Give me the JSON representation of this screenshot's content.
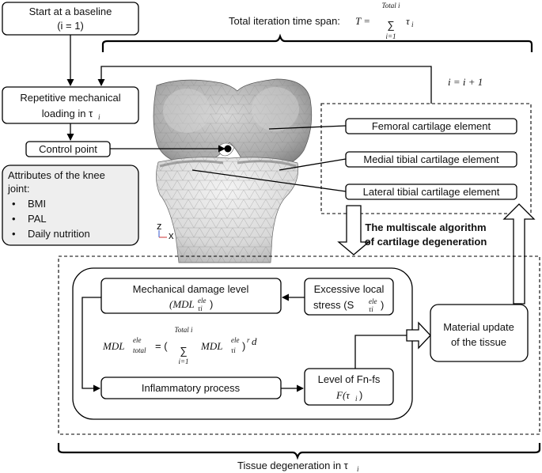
{
  "start": {
    "line1": "Start at a baseline",
    "line2": "(i = 1)"
  },
  "iteration_span": {
    "label": "Total iteration time span:",
    "formula_lhs": "T =",
    "sum_top": "Total i",
    "sum_bottom": "i=1",
    "term": "τ",
    "sub": "i"
  },
  "increment": "i = i + 1",
  "loading": {
    "line1": "Repetitive mechanical",
    "line2": "loading in τ",
    "sub": "i"
  },
  "control_point": "Control point",
  "attributes": {
    "title1": "Attributes of the knee",
    "title2": "joint:",
    "items": [
      "BMI",
      "PAL",
      "Daily nutrition"
    ]
  },
  "elements": [
    "Femoral cartilage element",
    "Medial tibial cartilage element",
    "Lateral tibial cartilage element"
  ],
  "algorithm": {
    "line1": "The multiscale algorithm",
    "line2": "of cartilage degeneration"
  },
  "damage": {
    "line1": "Mechanical damage level",
    "line2_pre": "(MDL",
    "sup": "ele",
    "sub": "τi",
    "line2_post": ")"
  },
  "stress": {
    "line1": "Excessive local",
    "line2_pre": "stress (S",
    "sup": "ele",
    "sub": "τi",
    "line2_post": ")"
  },
  "total_formula": {
    "lhs": "MDL",
    "lhs_sup": "ele",
    "lhs_sub": "total",
    "eq": "= (",
    "sum_top": "Total i",
    "sum_bottom": "i=1",
    "term": "MDL",
    "term_sup": "ele",
    "term_sub": "τi",
    "close": ")",
    "exp": "r",
    "exp_sub": "d"
  },
  "inflammatory": "Inflammatory process",
  "fnfs": {
    "line1": "Level of Fn-fs",
    "line2": "F(τ",
    "sub": "i",
    "close": ")"
  },
  "material": {
    "line1": "Material update",
    "line2": "of the tissue"
  },
  "degeneration": {
    "label": "Tissue degeneration  in τ",
    "sub": "i"
  },
  "axes": {
    "z": "z",
    "x": "x"
  }
}
